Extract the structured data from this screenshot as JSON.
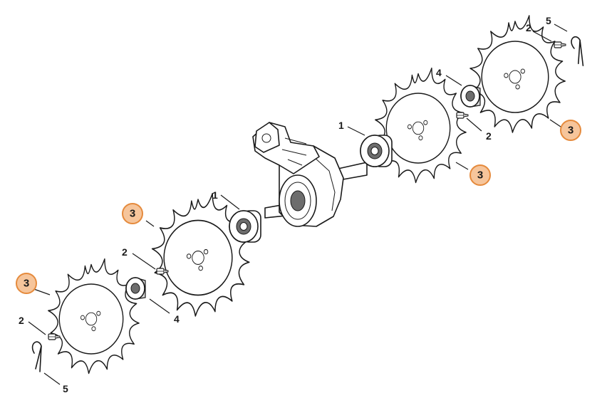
{
  "diagram": {
    "callout_color": "#f6c59b",
    "callout_border": "#e58a3c",
    "labels": {
      "hub_left": "1",
      "hub_right": "1",
      "bolt_a": "2",
      "bolt_b": "2",
      "bolt_c": "2",
      "bolt_d": "2",
      "tine_1": "3",
      "tine_2": "3",
      "tine_3": "3",
      "tine_4": "3",
      "flange_left": "4",
      "flange_right": "4",
      "pin_left": "5",
      "pin_right": "5"
    }
  }
}
